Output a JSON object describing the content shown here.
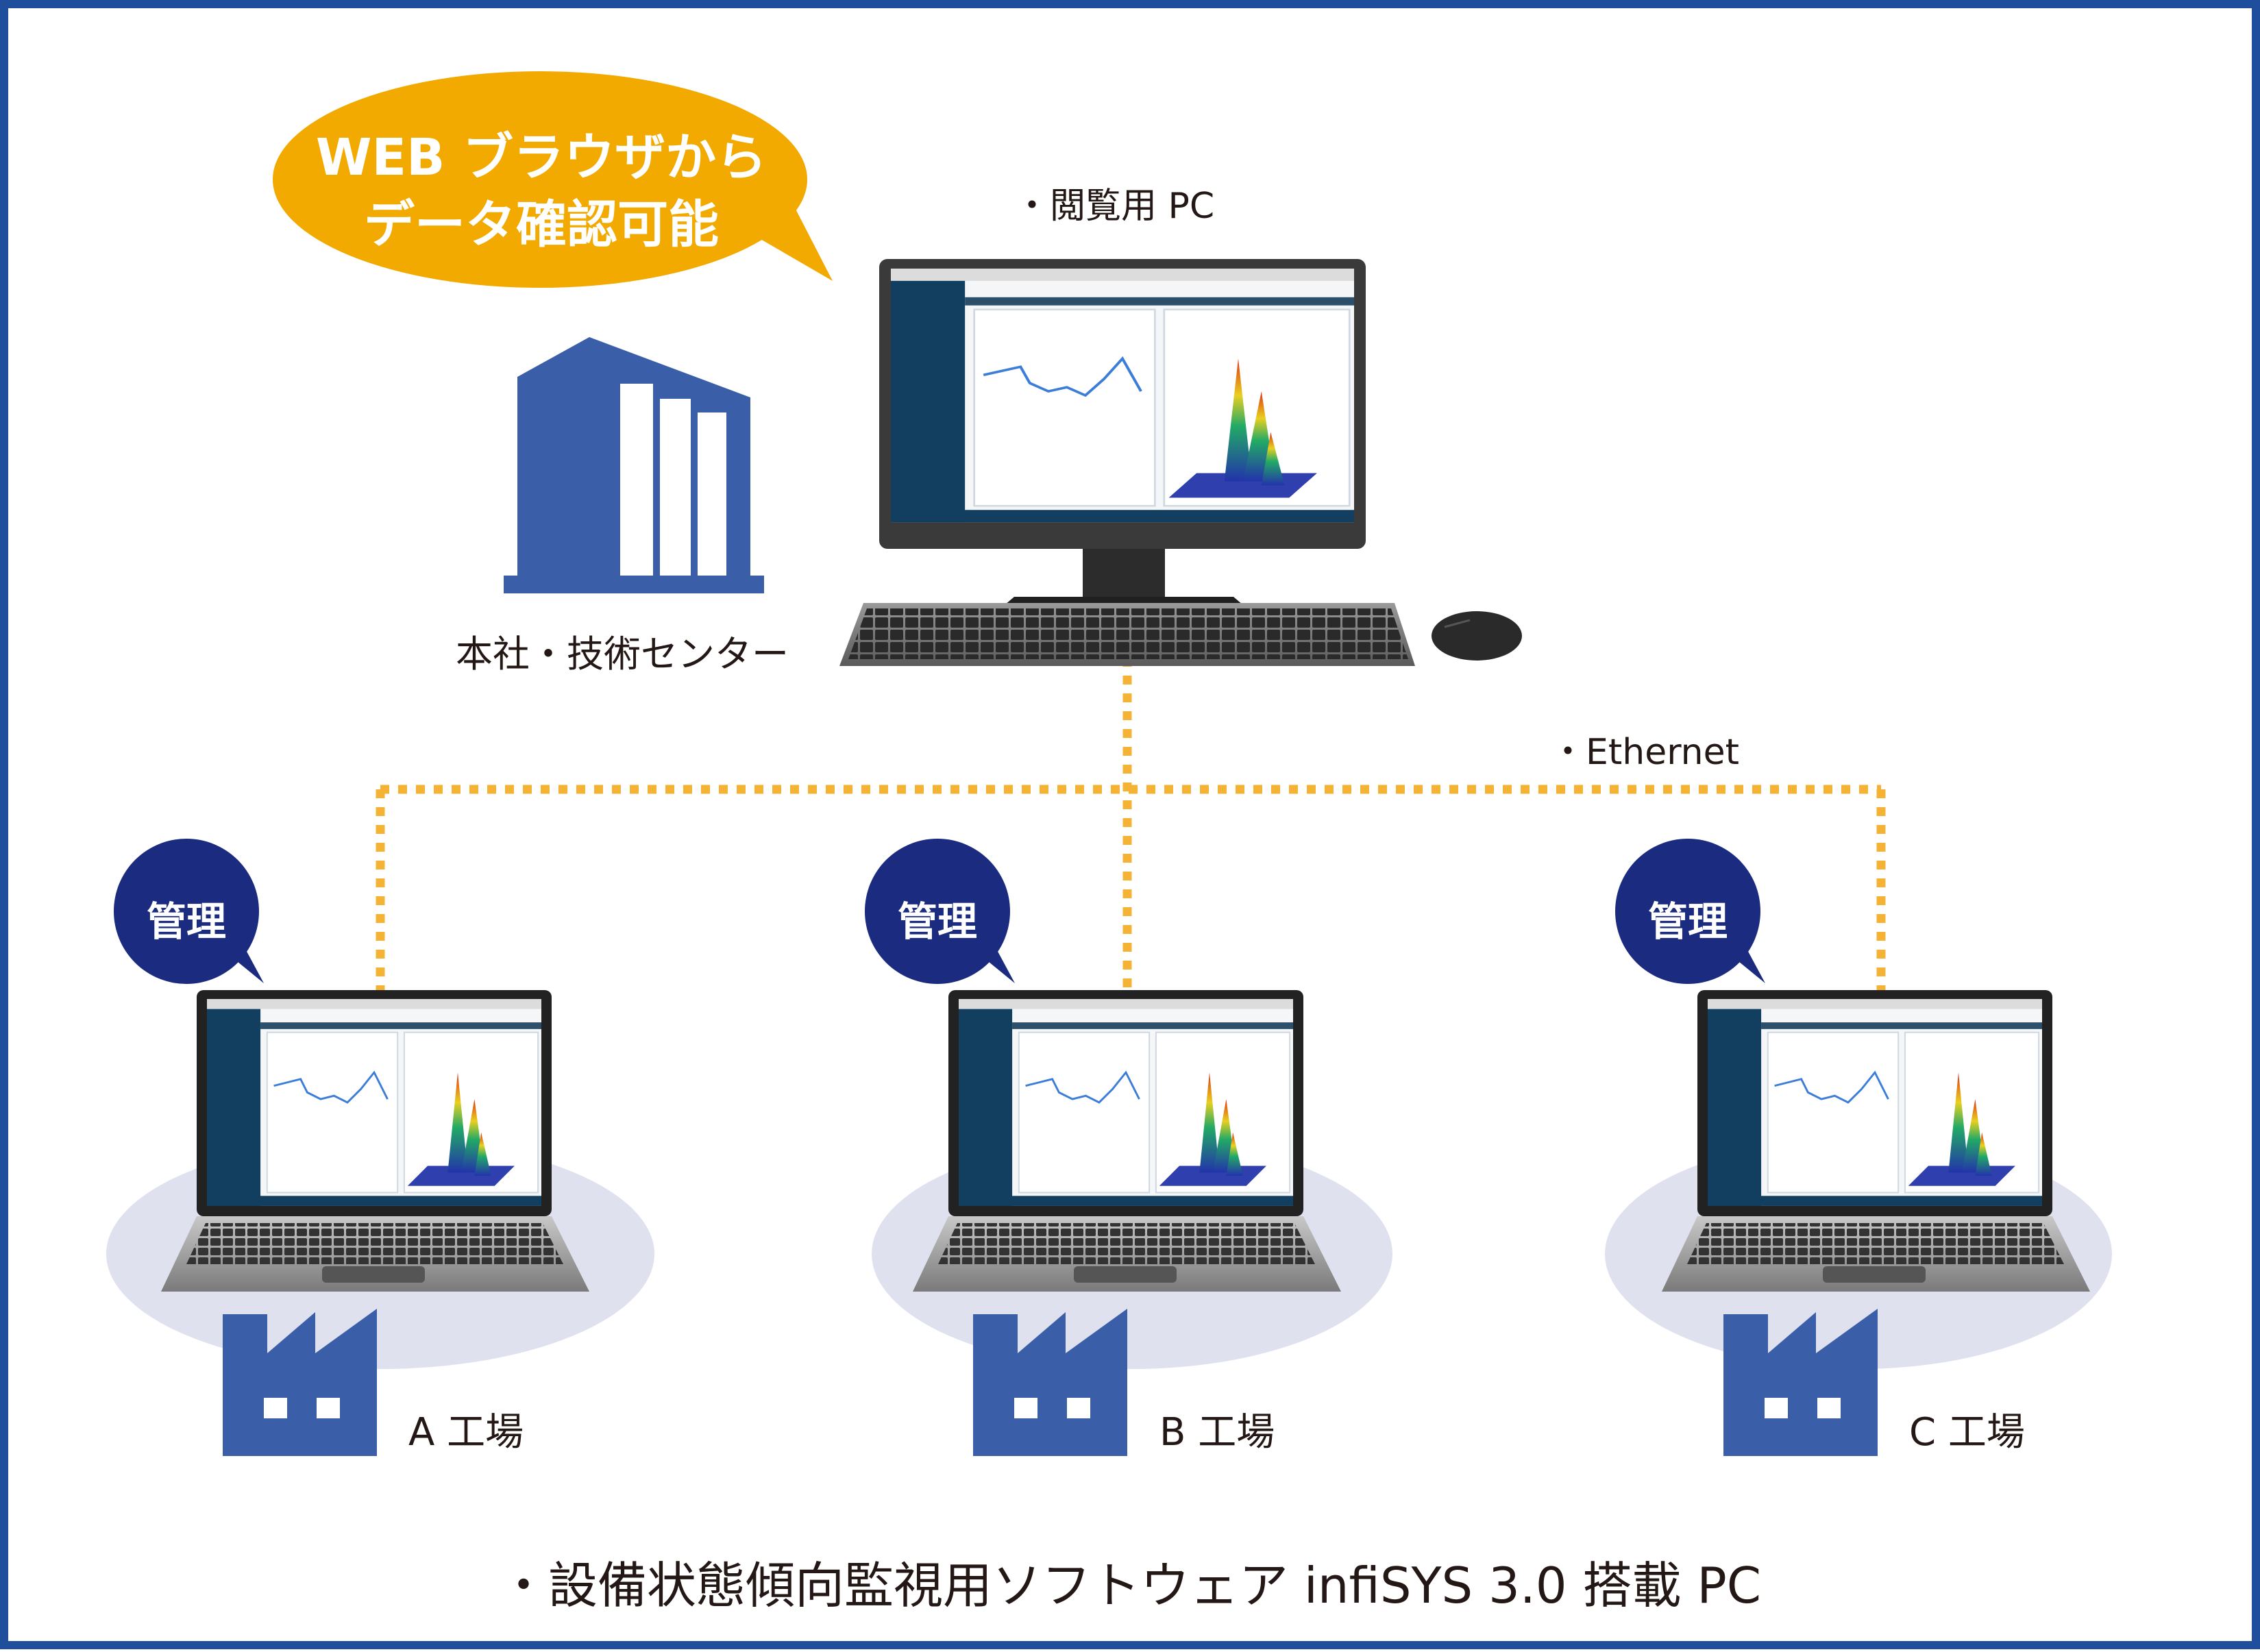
{
  "colors": {
    "frame": "#1f4e9c",
    "building": "#3a5ea8",
    "bubble_orange": "#f2a900",
    "bubble_navy": "#1b2c80",
    "dotted_line": "#f5b335",
    "site_ellipse": "#dfe1ef",
    "monitor_body": "#3a3a3a",
    "screen_sidebar": "#123f60"
  },
  "callout": {
    "line1": "WEB ブラウザから",
    "line2": "データ確認可能"
  },
  "hq": {
    "label": "本社・技術センター",
    "building_icon": "office-building-icon"
  },
  "viewer_pc": {
    "label": "・閲覧用 PC"
  },
  "network": {
    "label": "・Ethernet"
  },
  "sites": [
    {
      "badge": "管理",
      "label": "A 工場",
      "icon": "factory-icon"
    },
    {
      "badge": "管理",
      "label": "B 工場",
      "icon": "factory-icon"
    },
    {
      "badge": "管理",
      "label": "C 工場",
      "icon": "factory-icon"
    }
  ],
  "footer": {
    "caption": "・設備状態傾向監視用ソフトウェア infiSYS 3.0 搭載 PC"
  }
}
